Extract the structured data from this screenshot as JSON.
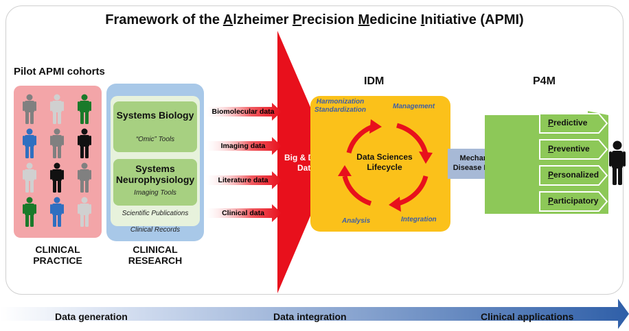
{
  "title": {
    "parts": [
      {
        "text": "Framework of the ",
        "u": false
      },
      {
        "text": "A",
        "u": true
      },
      {
        "text": "lzheimer ",
        "u": false
      },
      {
        "text": "P",
        "u": true
      },
      {
        "text": "recision ",
        "u": false
      },
      {
        "text": "M",
        "u": true
      },
      {
        "text": "edicine ",
        "u": false
      },
      {
        "text": "I",
        "u": true
      },
      {
        "text": "nitiative (APMI)",
        "u": false
      }
    ]
  },
  "cohorts": {
    "heading": "Pilot APMI cohorts",
    "people_colors": [
      "#808080",
      "#d0d0d0",
      "#1a7a2a",
      "#2f6fc0",
      "#808080",
      "#111111",
      "#d0d0d0",
      "#111111",
      "#808080",
      "#1a7a2a",
      "#2f6fc0",
      "#d0d0d0"
    ],
    "label_line1": "CLINICAL",
    "label_line2": "PRACTICE"
  },
  "research": {
    "systems_biology": "Systems Biology",
    "omic_tools": "“Omic” Tools",
    "systems_neuro_line1": "Systems",
    "systems_neuro_line2": "Neurophysiology",
    "imaging_tools": "Imaging Tools",
    "scientific_publications": "Scientific Publications",
    "clinical_records": "Clinical Records",
    "label_line1": "CLINICAL",
    "label_line2": "RESEARCH"
  },
  "data_arrows": [
    "Biomolecular data",
    "Imaging data",
    "Literature data",
    "Clinical data"
  ],
  "big_data": {
    "line1": "Big & Deep",
    "line2": "Data"
  },
  "idm": {
    "heading": "IDM",
    "harmonization": "Harmonization",
    "standardization": "Standardization",
    "management": "Management",
    "analysis": "Analysis",
    "integration": "Integration",
    "center_line1": "Data Sciences",
    "center_line2": "Lifecycle"
  },
  "mechanistic": {
    "line1": "Mechanistic",
    "line2": "Disease Models"
  },
  "p4m": {
    "heading": "P4M",
    "items": [
      {
        "first": "P",
        "rest": "redictive"
      },
      {
        "first": "P",
        "rest": "reventive"
      },
      {
        "first": "P",
        "rest": "ersonalized"
      },
      {
        "first": "P",
        "rest": "articipatory"
      }
    ]
  },
  "bottom": {
    "data_generation": "Data generation",
    "data_integration": "Data integration",
    "clinical_applications": "Clinical applications"
  },
  "colors": {
    "cohort_bg": "#f3a5a8",
    "research_bg": "#a8c8e8",
    "red": "#e8101c",
    "idm_bg": "#fbc11a",
    "p4m_bg": "#8dc858",
    "bottom_arrow": "#2f5fa8"
  }
}
